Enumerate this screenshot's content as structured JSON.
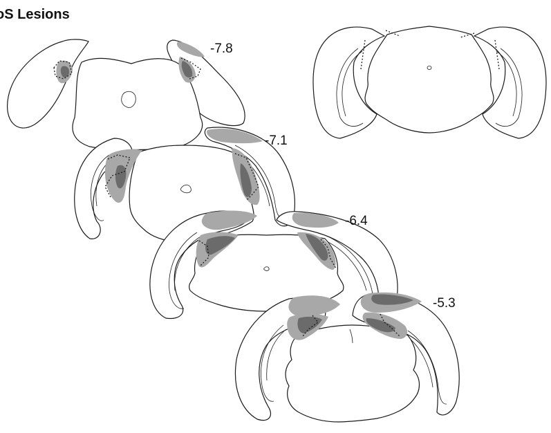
{
  "title": "oS Lesions",
  "sections": [
    {
      "label": "-7.8"
    },
    {
      "label": "-7.1"
    },
    {
      "label": "-6.4"
    },
    {
      "label": "-5.3"
    }
  ],
  "colors": {
    "lesion_light": "#a8a8a8",
    "lesion_dark": "#6b6b6b",
    "outline": "#1a1a1a"
  }
}
